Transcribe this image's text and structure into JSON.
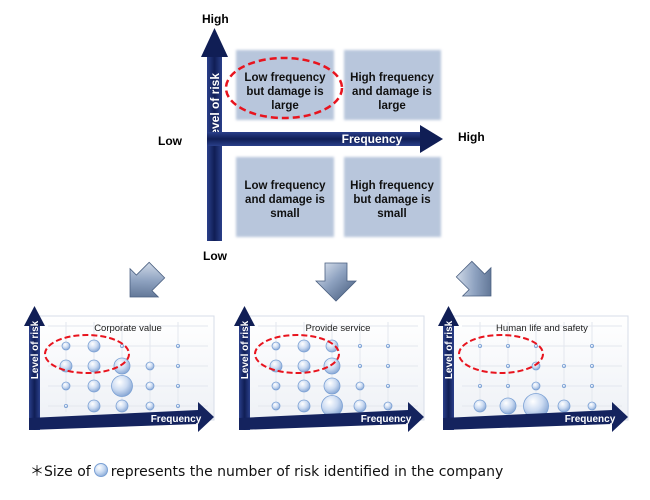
{
  "matrix": {
    "y_axis_label": "Level of risk",
    "y_high": "High",
    "y_low": "Low",
    "x_axis_label": "Frequency",
    "x_low": "Low",
    "x_high": "High",
    "quadrants": {
      "top_left": [
        "Low frequency",
        "but damage is",
        "large"
      ],
      "top_right": [
        "High frequency",
        "and damage is",
        "large"
      ],
      "bottom_left": [
        "Low frequency",
        "and damage is",
        "small"
      ],
      "bottom_right": [
        "High frequency",
        "but damage is",
        "small"
      ]
    }
  },
  "panels": [
    {
      "title": "Corporate value",
      "y_axis_label": "Level of risk",
      "x_axis_label": "Frequency",
      "bubble_sizes": [
        [
          0,
          0,
          0,
          0,
          0
        ],
        [
          2,
          3,
          1,
          0,
          1
        ],
        [
          3,
          3,
          4,
          2,
          1
        ],
        [
          2,
          3,
          5,
          2,
          1
        ],
        [
          1,
          3,
          3,
          2,
          1
        ]
      ]
    },
    {
      "title": "Provide service",
      "y_axis_label": "Level of risk",
      "x_axis_label": "Frequency",
      "bubble_sizes": [
        [
          0,
          0,
          0,
          0,
          0
        ],
        [
          2,
          3,
          3,
          1,
          1
        ],
        [
          3,
          3,
          4,
          1,
          1
        ],
        [
          2,
          3,
          4,
          2,
          1
        ],
        [
          2,
          3,
          5,
          3,
          2
        ]
      ]
    },
    {
      "title": "Human life and safety",
      "y_axis_label": "Level of risk",
      "x_axis_label": "Frequency",
      "bubble_sizes": [
        [
          0,
          0,
          0,
          0,
          0
        ],
        [
          1,
          1,
          1,
          0,
          1
        ],
        [
          0,
          1,
          2,
          1,
          1
        ],
        [
          1,
          1,
          2,
          1,
          1
        ],
        [
          3,
          4,
          6,
          3,
          2
        ]
      ]
    }
  ],
  "footnote": {
    "prefix": "＊Size of",
    "suffix": "represents the number of risk identified in the company"
  },
  "colors": {
    "quadrant_fill": "#b8c6dc",
    "axis_navy": "#1a2b6b",
    "highlight_dash": "#e8141e",
    "bubble_edge": "#7aa0d4",
    "arrow_steel": "#5e7394"
  }
}
